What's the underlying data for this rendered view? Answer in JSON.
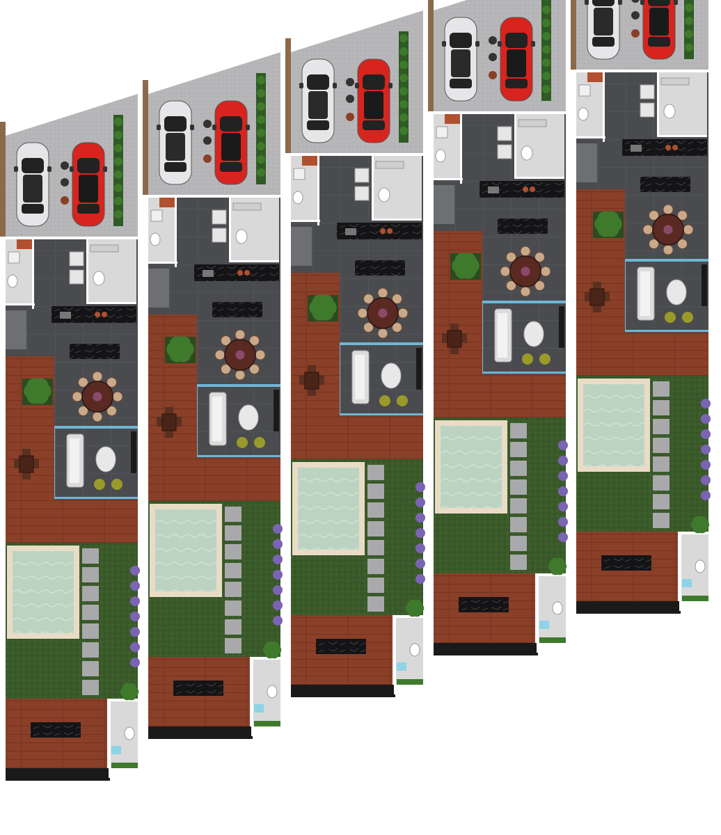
{
  "colors": {
    "background": "#ffffff",
    "parking": "#b6b6b8",
    "wall": "#ffffff",
    "interior_floor": "#4a4b4e",
    "interior_floor_line": "#5a5b5e",
    "wood_deck": "#8a3f28",
    "wood_light": "#b0502e",
    "lawn": "#3a5a2a",
    "pool_frame": "#e9dcc6",
    "pool_water": "#bcd3c2",
    "stepping_stone": "#a9a9ab",
    "counter_black": "#141416",
    "kitchen_counter": "#1c1c1e",
    "planter_green": "#3f7a2c",
    "lavender": "#7b64b3",
    "hedge": "#2f5a24",
    "car_red": "#d8241e",
    "car_white": "#e6e6e8",
    "dining_table": "#5a2a22",
    "sofa": "#dcdcdc",
    "chair_olive": "#9a9a2a",
    "glass_line": "#6fb5d6",
    "water_channel": "#8fd3e6",
    "bathroom_floor": "#d9d9d9",
    "stone_wall": "#8b6a4a"
  },
  "units": [
    {
      "id": 1
    },
    {
      "id": 2
    },
    {
      "id": 3
    },
    {
      "id": 4
    },
    {
      "id": 5
    }
  ]
}
